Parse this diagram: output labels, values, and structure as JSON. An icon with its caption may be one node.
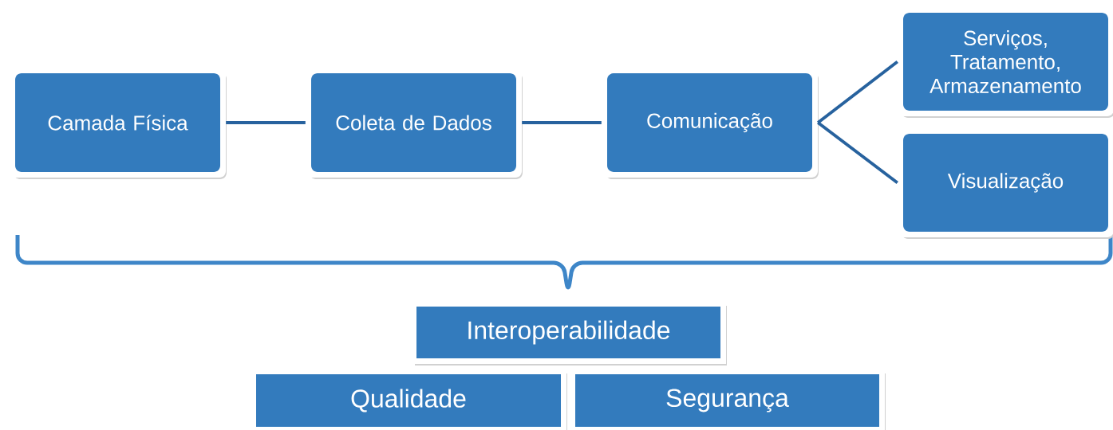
{
  "diagram": {
    "nodes": [
      {
        "text": [
          "Camada Física"
        ]
      },
      {
        "text": [
          "Coleta de Dados"
        ]
      },
      {
        "text": [
          "Comunicação"
        ]
      },
      {
        "text": [
          "Serviços, Tratamento, Armazenamento"
        ]
      },
      {
        "text": [
          "Visualização"
        ]
      },
      {
        "text": [
          "Interoperabilidade"
        ]
      },
      {
        "text": [
          "Qualidade"
        ]
      },
      {
        "text": [
          "Segurança"
        ]
      }
    ],
    "edges": [
      {
        "from": 0,
        "to": 1,
        "arrow": "none"
      },
      {
        "from": 1,
        "to": 2,
        "arrow": "none"
      },
      {
        "from": 2,
        "to": 3,
        "arrow": "none"
      },
      {
        "from": 2,
        "to": 4,
        "arrow": "none"
      }
    ]
  }
}
